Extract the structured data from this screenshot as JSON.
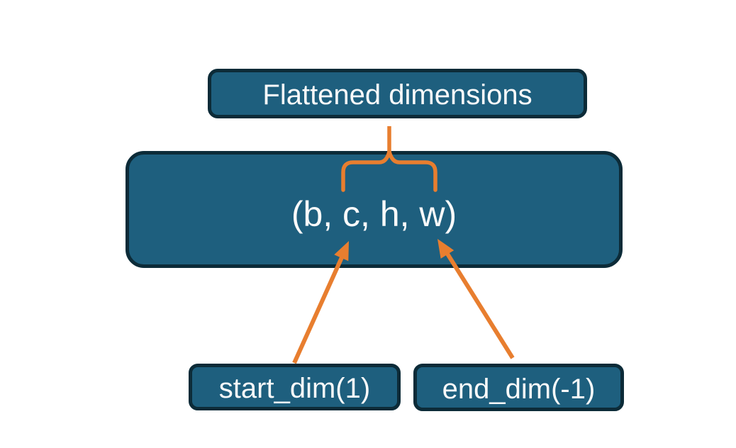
{
  "colors": {
    "background": "#ffffff",
    "box_fill": "#1e5f7e",
    "box_border": "#0c2b38",
    "label_text": "#fafafa",
    "connector_orange": "#e87e2f"
  },
  "nodes": {
    "flattened": {
      "label": "Flattened dimensions"
    },
    "tensor": {
      "label": "(b, c, h, w)"
    },
    "start_dim": {
      "label": "start_dim(1)"
    },
    "end_dim": {
      "label": "end_dim(-1)"
    }
  }
}
